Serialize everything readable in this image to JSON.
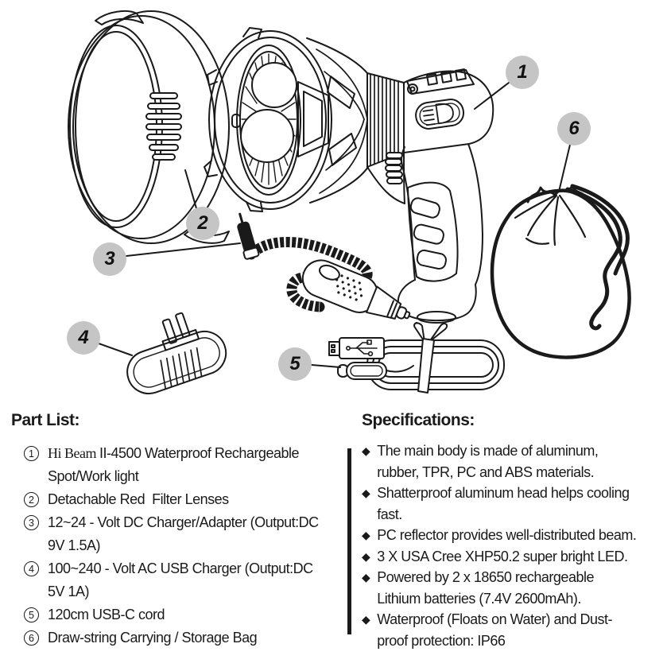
{
  "page": {
    "background": "#ffffff",
    "ink_color": "#1a1a1a",
    "callout_color": "#c5c5c5"
  },
  "diagram": {
    "callouts": [
      {
        "number": "1",
        "points_to": "spotlight"
      },
      {
        "number": "2",
        "points_to": "red-filter-lens"
      },
      {
        "number": "3",
        "points_to": "dc-charger-plug"
      },
      {
        "number": "4",
        "points_to": "ac-usb-charger"
      },
      {
        "number": "5",
        "points_to": "usb-c-cord"
      },
      {
        "number": "6",
        "points_to": "storage-bag"
      }
    ]
  },
  "part_list": {
    "heading": "Part List:",
    "items": [
      {
        "num": "1",
        "brand": "Hi Beam ",
        "text": "II-4500 Waterproof Rechargeable Spot/Work light"
      },
      {
        "num": "2",
        "brand": "",
        "text": "Detachable Red  Filter Lenses"
      },
      {
        "num": "3",
        "brand": "",
        "text": "12~24 - Volt DC Charger/Adapter (Output:DC 9V 1.5A)"
      },
      {
        "num": "4",
        "brand": "",
        "text": "100~240 - Volt AC USB Charger (Output:DC 5V 1A)"
      },
      {
        "num": "5",
        "brand": "",
        "text": "120cm USB-C cord"
      },
      {
        "num": "6",
        "brand": "",
        "text": "Draw-string Carrying / Storage Bag"
      }
    ]
  },
  "specifications": {
    "heading": "Specifications:",
    "bullet": "◆",
    "items": [
      {
        "text": "The main body is made of aluminum, rubber, TPR, PC and ABS materials."
      },
      {
        "text": "Shatterproof aluminum head helps cooling fast."
      },
      {
        "text": "PC reflector provides well-distributed beam."
      },
      {
        "text": "3 X USA Cree XHP50.2 super bright LED."
      },
      {
        "text": "Powered by 2 x 18650 rechargeable Lithium batteries (7.4V 2600mAh)."
      },
      {
        "text": "Waterproof (Floats on Water) and Dust-proof protection: IP66"
      }
    ]
  }
}
